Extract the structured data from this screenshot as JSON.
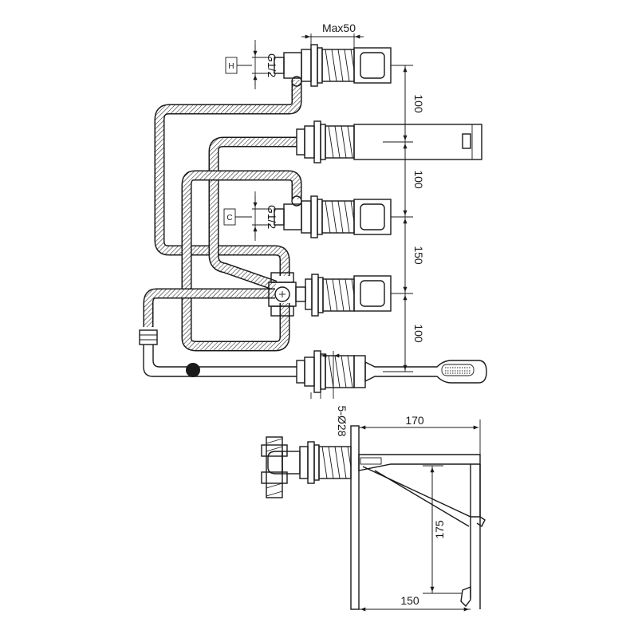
{
  "dimensions": {
    "max_depth": "Max50",
    "thread_hot": "G1/2",
    "thread_cold": "G1/2",
    "spacing_1": "100",
    "spacing_2": "100",
    "spacing_3": "150",
    "spacing_4": "100",
    "hole_spec": "5-Ø28",
    "spout_length": "170",
    "spout_drop": "175",
    "spout_reach": "150"
  },
  "tags": {
    "hot": "H",
    "cold": "C"
  },
  "colors": {
    "line": "#1a1a1a",
    "background": "#ffffff"
  }
}
